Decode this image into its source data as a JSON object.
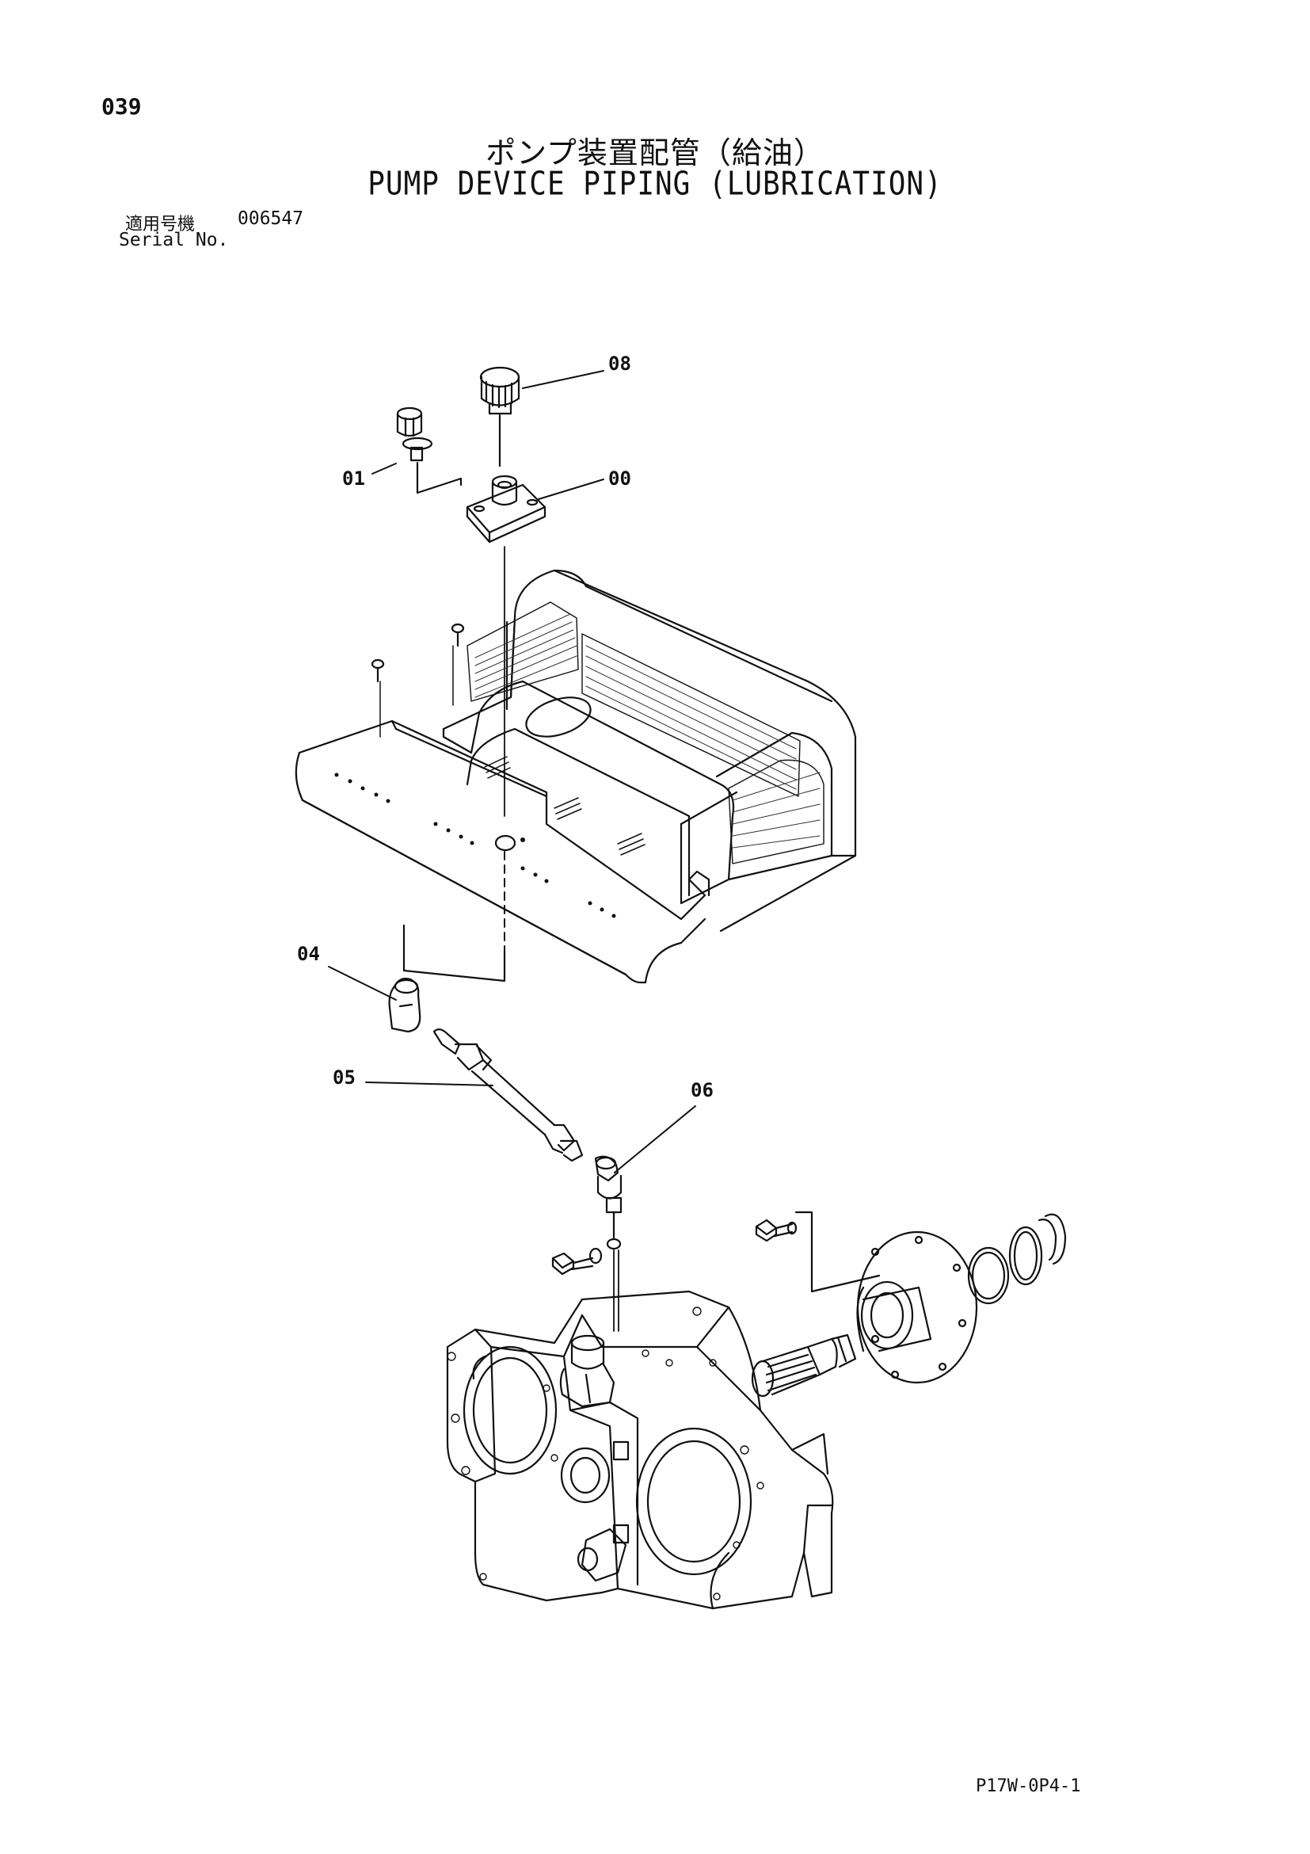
{
  "header": {
    "page_number": "039",
    "title_jp": "ポンプ装置配管（給油）",
    "title_en": "PUMP DEVICE PIPING (LUBRICATION)",
    "serial_label_jp": "適用号機",
    "serial_value": "006547",
    "serial_label_en": "Serial No."
  },
  "callouts": {
    "c00": "00",
    "c01": "01",
    "c04": "04",
    "c05": "05",
    "c06": "06",
    "c08": "08"
  },
  "footer": {
    "drawing_code": "P17W-0P4-1"
  }
}
